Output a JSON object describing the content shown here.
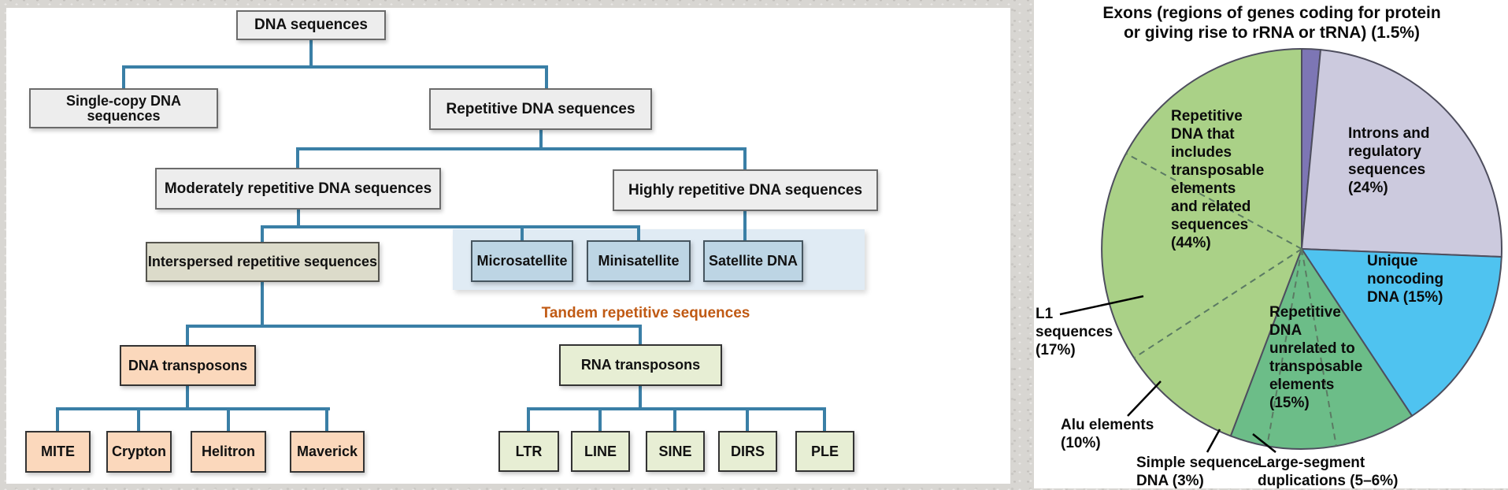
{
  "left_panel": {
    "nodes": {
      "dna_sequences": "DNA sequences",
      "single_copy": "Single-copy DNA sequences",
      "repetitive": "Repetitive DNA sequences",
      "moderately": "Moderately repetitive DNA sequences",
      "highly": "Highly repetitive DNA sequences",
      "interspersed": "Interspersed repetitive sequences",
      "microsatellite": "Microsatellite",
      "minisatellite": "Minisatellite",
      "satellite_dna": "Satellite DNA",
      "dna_transposons": "DNA transposons",
      "rna_transposons": "RNA transposons",
      "mite": "MITE",
      "crypton": "Crypton",
      "helitron": "Helitron",
      "maverick": "Maverick",
      "ltr": "LTR",
      "line": "LINE",
      "sine": "SINE",
      "dirs": "DIRS",
      "ple": "PLE"
    },
    "tandem_label": "Tandem repetitive sequences",
    "colors": {
      "connector": "#3a7fa6",
      "tandem_text": "#c05a14",
      "box_gray": "#ededed",
      "box_tan": "#dcdbca",
      "box_blue": "#bdd5e4",
      "blue_panel": "#e0ebf4",
      "box_peach": "#fbd8bc",
      "box_green": "#e7eed4"
    }
  },
  "pie_panel": {
    "title": "Exons (regions of genes coding for protein\nor giving rise to rRNA or tRNA) (1.5%)",
    "labels": {
      "repetitive_te": "Repetitive\nDNA that\nincludes\ntransposable\nelements\nand related\nsequences\n(44%)",
      "introns": "Introns and\nregulatory\nsequences\n(24%)",
      "unique_noncoding": "Unique\nnoncoding\nDNA (15%)",
      "repetitive_unrelated": "Repetitive\nDNA\nunrelated to\ntransposable\nelements\n(15%)",
      "l1": "L1\nsequences\n(17%)",
      "alu": "Alu elements\n(10%)",
      "simple_sequence": "Simple sequence\nDNA (3%)",
      "large_segment": "Large-segment\nduplications (5–6%)"
    }
  },
  "chart_data": {
    "type": "pie",
    "title": "Exons (regions of genes coding for protein or giving rise to rRNA or tRNA) (1.5%)",
    "start_angle_deg": 0,
    "direction": "clockwise",
    "legend_position": "labels-on-chart",
    "outline_color": "#4e4e5e",
    "divider_color": "#5b7a63",
    "slices": [
      {
        "label": "Exons (regions of genes coding for protein or giving rise to rRNA or tRNA)",
        "value": 1.5,
        "color": "#7d76b5"
      },
      {
        "label": "Introns and regulatory sequences",
        "value": 24,
        "color": "#cccade"
      },
      {
        "label": "Unique noncoding DNA",
        "value": 15,
        "color": "#4fc3f0"
      },
      {
        "label": "Repetitive DNA unrelated to transposable elements",
        "value": 15,
        "color": "#6cbd88",
        "sub_slices": [
          {
            "label": "",
            "value": 6.5
          },
          {
            "label": "Large-segment duplications",
            "value": 5.5,
            "display_value": "5–6%"
          },
          {
            "label": "Simple sequence DNA",
            "value": 3
          }
        ]
      },
      {
        "label": "Repetitive DNA that includes transposable elements and related sequences",
        "value": 44,
        "color": "#aad187",
        "sub_slices": [
          {
            "label": "Alu elements",
            "value": 10
          },
          {
            "label": "L1 sequences",
            "value": 17
          },
          {
            "label": "",
            "value": 17
          }
        ]
      }
    ]
  }
}
